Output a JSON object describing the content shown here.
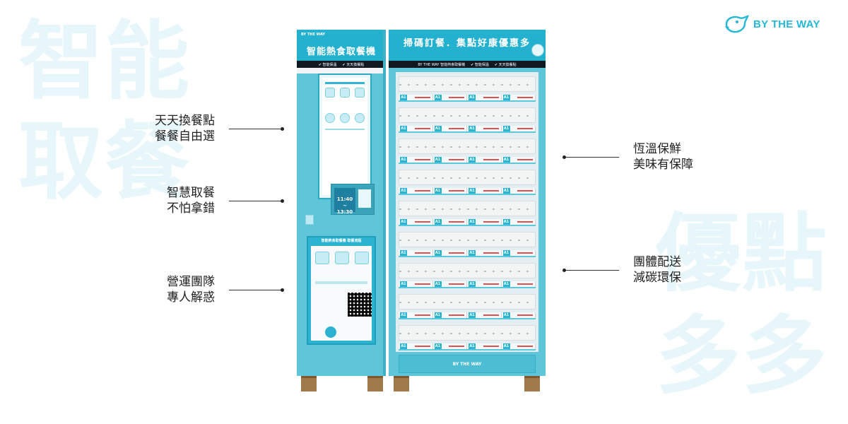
{
  "brand": {
    "name": "BY THE WAY",
    "color": "#25b8d6"
  },
  "watermark": {
    "left_top": "智能",
    "left_bottom": "取餐",
    "right_top": "優點",
    "right_bottom": "多多"
  },
  "features_left": [
    {
      "line1": "天天換餐點",
      "line2": "餐餐自由選"
    },
    {
      "line1": "智慧取餐",
      "line2": "不怕拿錯"
    },
    {
      "line1": "營運團隊",
      "line2": "專人解惑"
    }
  ],
  "features_right": [
    {
      "line1": "恆溫保鮮",
      "line2": "美味有保障"
    },
    {
      "line1": "團體配送",
      "line2": "減碳環保"
    }
  ],
  "machine": {
    "left_header_brand": "BY THE WAY",
    "left_title": "智能熱食取餐機",
    "left_strip": [
      "✔ 智能保溫",
      "✔ 天天換餐點"
    ],
    "scanner_time": "11:40 ~ 13:30",
    "poster_title": "智能熱食取餐機 取餐流程",
    "right_title": "掃碼訂餐．集點好康優惠多",
    "right_strip": [
      "BY THE WAY 智能熱食取餐機",
      "✔ 智能保溫",
      "✔ 天天換餐點"
    ],
    "cell_tag": "A1",
    "door_brand": "BY THE WAY",
    "accent": "#24b1d0",
    "body_color": "#5fc6d9"
  }
}
